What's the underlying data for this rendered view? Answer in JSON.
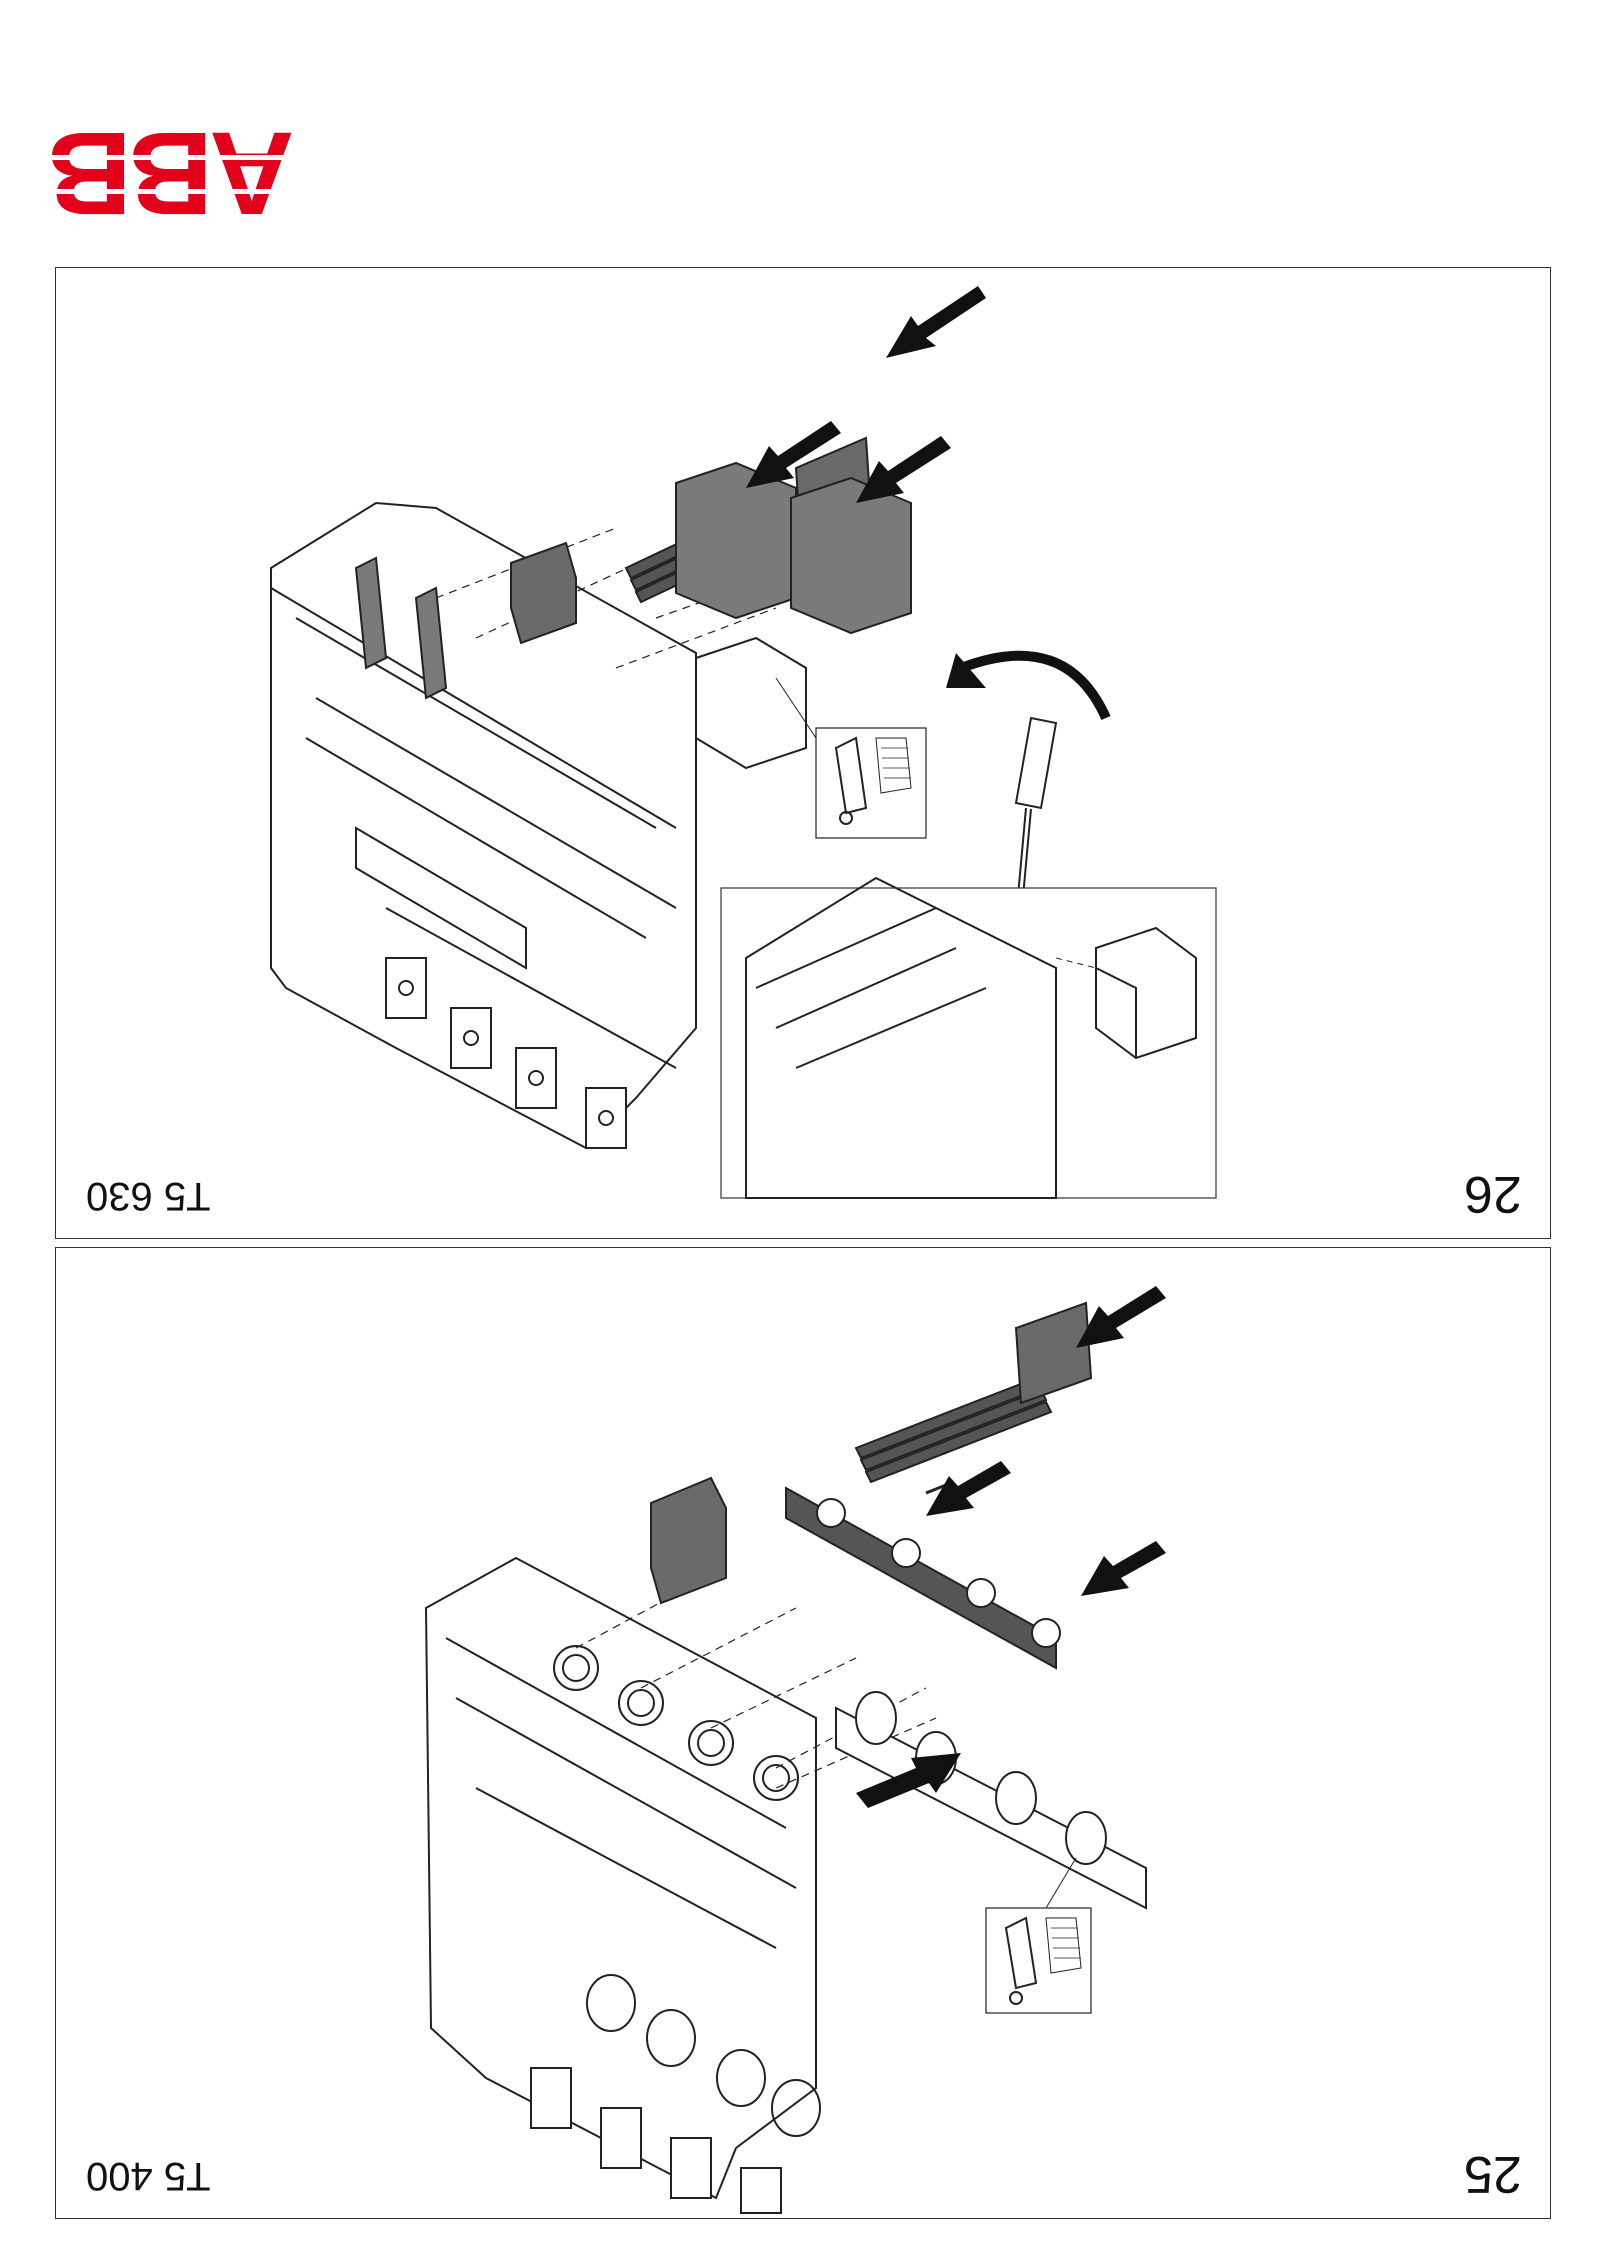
{
  "brand": {
    "logo_text": "ABB",
    "color": "#e2001a"
  },
  "panels": [
    {
      "model": "T5 630",
      "step": "26",
      "icons": [
        "arrow-icon",
        "rotate-arrow-icon",
        "screwdriver-icon",
        "hand-grid-icon"
      ]
    },
    {
      "model": "T5 400",
      "step": "25",
      "icons": [
        "arrow-icon",
        "screw-icon",
        "hand-grid-icon"
      ]
    }
  ],
  "colors": {
    "line": "#222222",
    "part_fill": "#7a7a7a",
    "frame": "#333333"
  }
}
